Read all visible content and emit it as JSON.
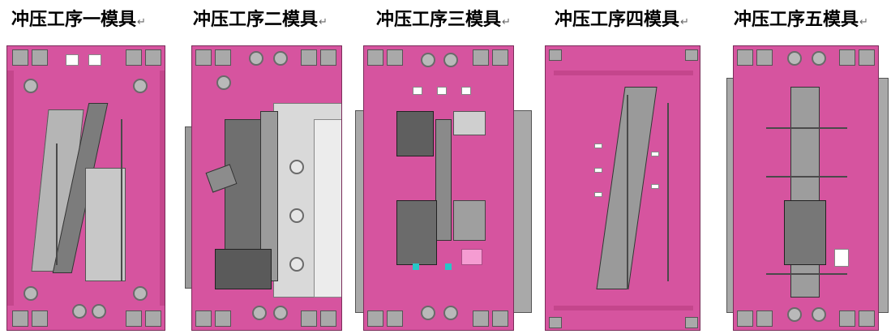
{
  "titles": [
    {
      "text": "冲压工序一模具",
      "mark": "↵"
    },
    {
      "text": "冲压工序二模具",
      "mark": "↵"
    },
    {
      "text": "冲压工序三模具",
      "mark": "↵"
    },
    {
      "text": "冲压工序四模具",
      "mark": "↵"
    },
    {
      "text": "冲压工序五模具",
      "mark": "↵"
    }
  ],
  "colors": {
    "die": "#d6549f",
    "steel": "#a9a9a9",
    "dark_steel": "#6a6a6a",
    "light_panel": "#d9d9d9"
  }
}
